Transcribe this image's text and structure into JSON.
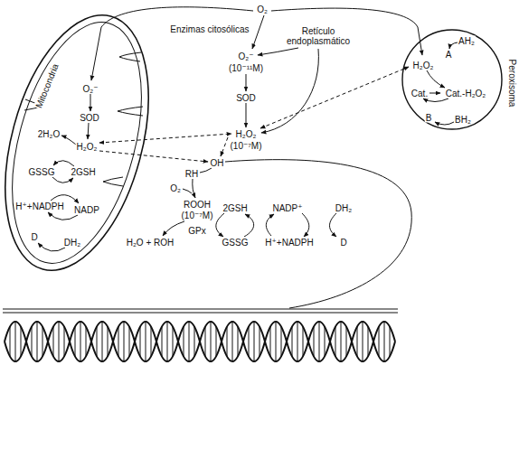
{
  "diagram": {
    "nodes": [
      {
        "text": [
          "Mitocondria"
        ]
      },
      {
        "text": [
          "Peroxisoma"
        ]
      }
    ],
    "labels": [
      "O₂",
      "Enzimas citosólicas",
      "Retículo endoplasmático",
      "O₂⁻",
      "(10⁻¹¹M)",
      "SOD",
      "H₂O₂",
      "(10⁻⁷M)",
      "O₂⁻",
      "SOD",
      "H₂O₂",
      "2H₂O",
      "GSSG",
      "2GSH",
      "H⁺+NADPH",
      "NADP",
      "D",
      "DH₂",
      "OH",
      "RH",
      "O₂",
      "ROOH",
      "(10⁻⁷M)",
      "GPx",
      "H₂O + ROH",
      "2GSH",
      "GSSG",
      "NADP⁺",
      "H⁺+NADPH",
      "DH₂",
      "D",
      "AH₂",
      "A",
      "H₂O₂",
      "Cat.",
      "Cat.-H₂O₂",
      "B",
      "BH₂"
    ]
  }
}
